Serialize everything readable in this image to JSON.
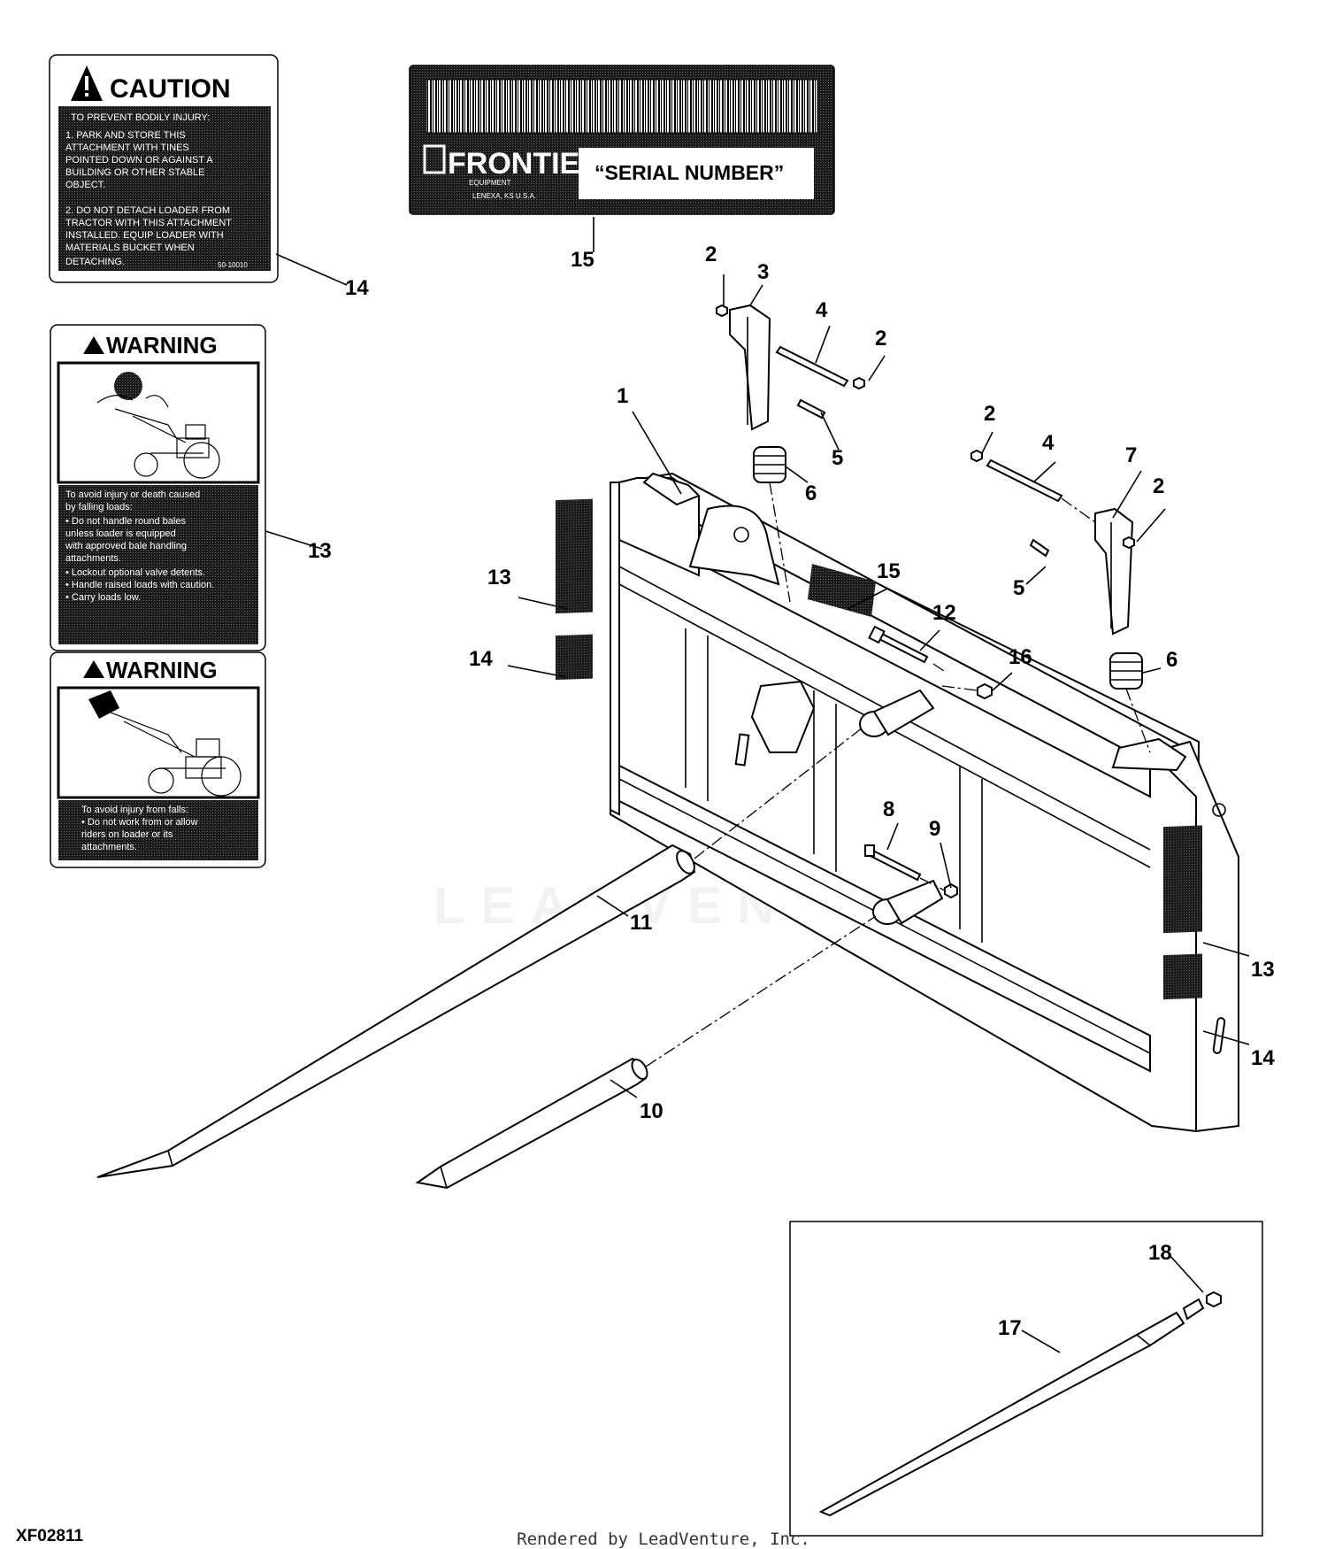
{
  "diagram_code": "XF02811",
  "footer_credit": "Rendered by LeadVenture, Inc.",
  "watermark": "LEADVENTURE",
  "decals": {
    "caution": {
      "title": "CAUTION",
      "subtitle": "TO PREVENT BODILY INJURY:",
      "lines": [
        "1. PARK AND STORE THIS",
        "ATTACHMENT WITH TINES",
        "POINTED DOWN OR AGAINST A",
        "BUILDING OR OTHER STABLE",
        "OBJECT.",
        "2. DO NOT DETACH LOADER FROM",
        "TRACTOR WITH THIS ATTACHMENT",
        "INSTALLED. EQUIP LOADER WITH",
        "MATERIALS BUCKET WHEN",
        "DETACHING."
      ],
      "code": "50-10010"
    },
    "serial_plate": {
      "brand": "FRONTIER",
      "brand_sub": "EQUIPMENT",
      "location": "LENEXA, KS U.S.A.",
      "serial_label": "“SERIAL NUMBER”"
    },
    "warning_bales": {
      "title": "WARNING",
      "lines": [
        "To avoid injury or death caused",
        "by falling loads:",
        "• Do not handle round bales",
        "  unless loader is equipped",
        "  with approved bale handling",
        "  attachments.",
        "• Lockout optional valve detents.",
        "• Handle raised loads with caution.",
        "• Carry loads low."
      ]
    },
    "warning_falls": {
      "title": "WARNING",
      "lines": [
        "To avoid injury from falls:",
        "• Do not work from or allow",
        "  riders on loader or its",
        "  attachments."
      ]
    }
  },
  "callouts": [
    {
      "id": "c14a",
      "text": "14"
    },
    {
      "id": "c15a",
      "text": "15"
    },
    {
      "id": "c13a",
      "text": "13"
    },
    {
      "id": "c2a",
      "text": "2"
    },
    {
      "id": "c3",
      "text": "3"
    },
    {
      "id": "c4a",
      "text": "4"
    },
    {
      "id": "c2b",
      "text": "2"
    },
    {
      "id": "c1",
      "text": "1"
    },
    {
      "id": "c5a",
      "text": "5"
    },
    {
      "id": "c6a",
      "text": "6"
    },
    {
      "id": "c2c",
      "text": "2"
    },
    {
      "id": "c4b",
      "text": "4"
    },
    {
      "id": "c7",
      "text": "7"
    },
    {
      "id": "c2d",
      "text": "2"
    },
    {
      "id": "c13b",
      "text": "13"
    },
    {
      "id": "c15b",
      "text": "15"
    },
    {
      "id": "c5b",
      "text": "5"
    },
    {
      "id": "c12",
      "text": "12"
    },
    {
      "id": "c14b",
      "text": "14"
    },
    {
      "id": "c16",
      "text": "16"
    },
    {
      "id": "c6b",
      "text": "6"
    },
    {
      "id": "c8",
      "text": "8"
    },
    {
      "id": "c9",
      "text": "9"
    },
    {
      "id": "c11",
      "text": "11"
    },
    {
      "id": "c13c",
      "text": "13"
    },
    {
      "id": "c14c",
      "text": "14"
    },
    {
      "id": "c10",
      "text": "10"
    },
    {
      "id": "c18",
      "text": "18"
    },
    {
      "id": "c17",
      "text": "17"
    }
  ]
}
